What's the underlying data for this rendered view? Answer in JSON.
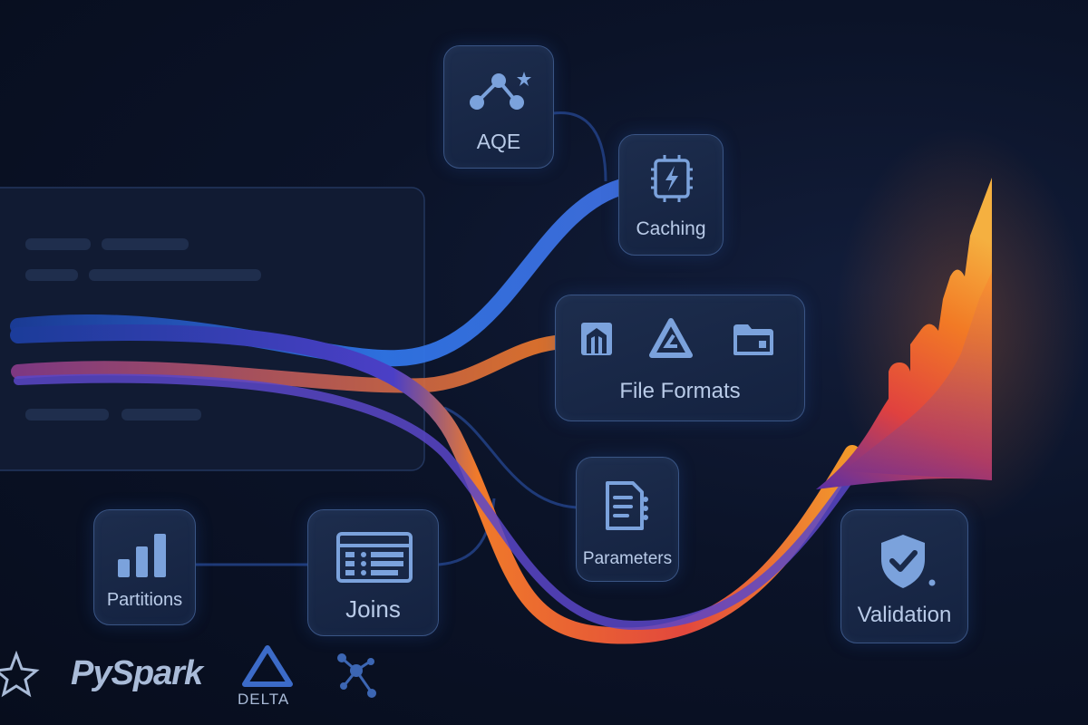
{
  "nodes": {
    "aqe": {
      "label": "AQE"
    },
    "caching": {
      "label": "Caching"
    },
    "file_formats": {
      "label": "File Formats"
    },
    "parameters": {
      "label": "Parameters"
    },
    "partitions": {
      "label": "Partitions"
    },
    "joins": {
      "label": "Joins"
    },
    "validation": {
      "label": "Validation"
    }
  },
  "logos": {
    "pyspark": "PySpark",
    "delta": "DELTA"
  },
  "icons": [
    "graph-nodes-icon",
    "chip-lightning-icon",
    "parquet-icon",
    "delta-triangle-icon",
    "folder-icon",
    "document-list-icon",
    "bar-chart-icon",
    "table-list-icon",
    "shield-check-icon",
    "star-icon",
    "network-icon"
  ],
  "colors": {
    "background": "#0b1328",
    "node_border": "#3a5585",
    "label": "#b9cbe8",
    "stream_blue": "#2f6be0",
    "stream_orange": "#f07a2a",
    "stream_purple": "#5a46c8"
  }
}
